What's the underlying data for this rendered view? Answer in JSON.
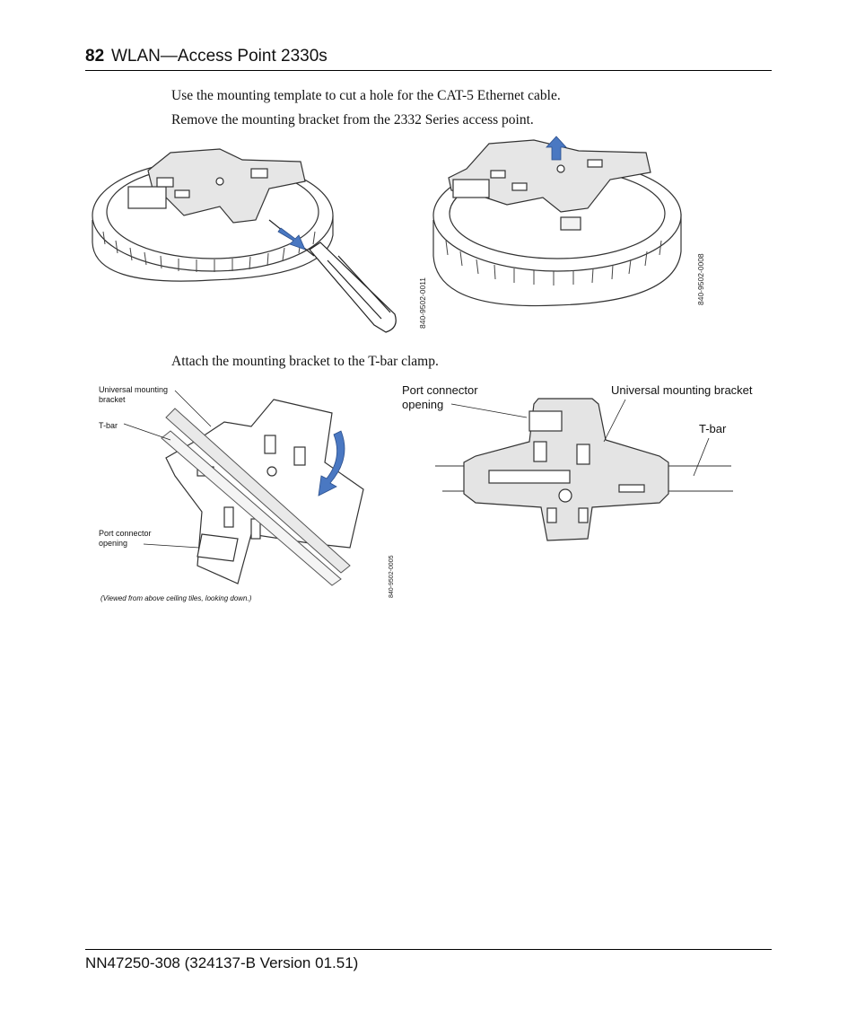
{
  "header": {
    "page_number": "82",
    "title": "WLAN—Access Point 2330s"
  },
  "body": {
    "para_1": "Use the mounting template to cut a hole for the CAT-5 Ethernet cable.",
    "para_2": "Remove the mounting bracket from the 2332 Series access point.",
    "para_3": "Attach the mounting bracket to the T-bar clamp."
  },
  "figures": {
    "fig_1_code": "840-9502-0011",
    "fig_2_code": "840-9502-0008",
    "fig_3_code": "840-9502-0005",
    "fig_3_labels": {
      "universal_mounting_bracket": "Universal mounting bracket",
      "t_bar": "T-bar",
      "port_connector_opening": "Port connector opening",
      "caption": "(Viewed from above ceiling tiles, looking down.)"
    },
    "fig_4_labels": {
      "port_connector_opening": "Port connector opening",
      "universal_mounting_bracket": "Universal mounting bracket",
      "t_bar": "T-bar"
    }
  },
  "icons": {
    "arrow_color": "#4a78c2",
    "arrow_icon": "curved-arrow-icon",
    "screwdriver_icon": "screwdriver-icon",
    "access_point_icon": "access-point-icon",
    "bracket_icon": "mounting-bracket-icon"
  },
  "footer": {
    "doc_id": "NN47250-308 (324137-B Version 01.51)"
  }
}
